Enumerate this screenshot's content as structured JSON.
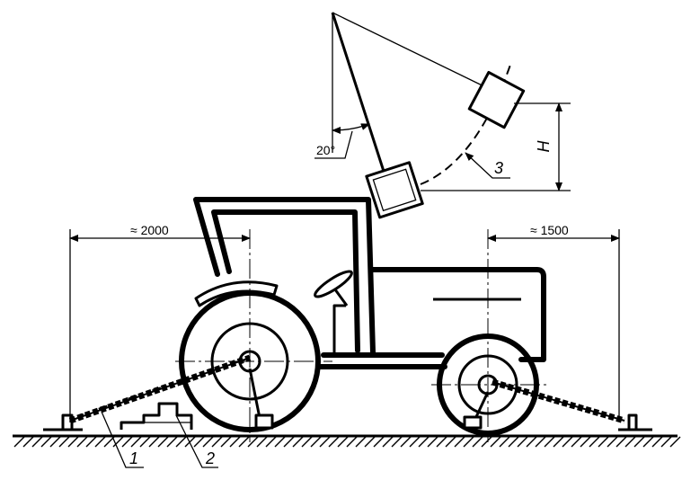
{
  "dimensions": {
    "rear_distance": "≈ 2000",
    "front_distance": "≈ 1500",
    "angle": "20°",
    "height": "H"
  },
  "callouts": {
    "one": "1",
    "two": "2",
    "three": "3"
  }
}
